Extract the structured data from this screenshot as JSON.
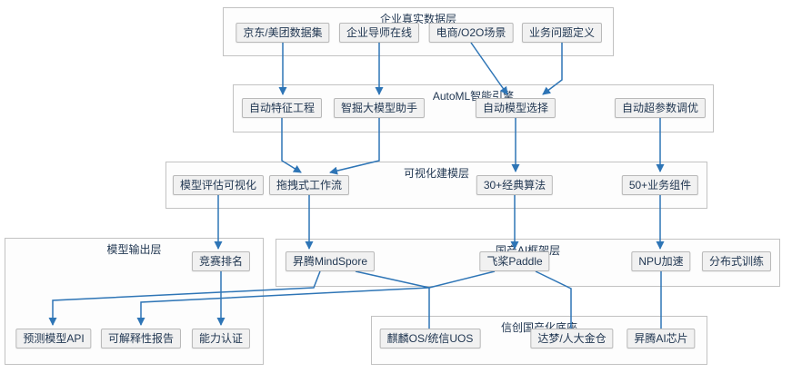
{
  "layers": [
    {
      "title": "企业真实数据层",
      "boxes": [
        "京东/美团数据集",
        "企业导师在线",
        "电商/O2O场景",
        "业务问题定义"
      ]
    },
    {
      "title": "AutoML智能引擎",
      "boxes": [
        "自动特征工程",
        "智掘大模型助手",
        "自动模型选择",
        "自动超参数调优"
      ]
    },
    {
      "title": "可视化建模层",
      "boxes": [
        "模型评估可视化",
        "拖拽式工作流",
        "30+经典算法",
        "50+业务组件"
      ]
    },
    {
      "title": "模型输出层",
      "boxes": [
        "竞赛排名",
        "预测模型API",
        "可解释性报告",
        "能力认证"
      ]
    },
    {
      "title": "国产AI框架层",
      "boxes": [
        "昇腾MindSpore",
        "飞桨Paddle",
        "NPU加速",
        "分布式训练"
      ]
    },
    {
      "title": "信创国产化底座",
      "boxes": [
        "麒麟OS/统信UOS",
        "达梦/人大金仓",
        "昇腾AI芯片"
      ]
    }
  ],
  "colors": {
    "connector": "#2e75b6",
    "node_fill": "#f1f1f1",
    "node_border": "#b9b9b9",
    "container_border": "#c2c2c2",
    "text": "#1f3550"
  }
}
